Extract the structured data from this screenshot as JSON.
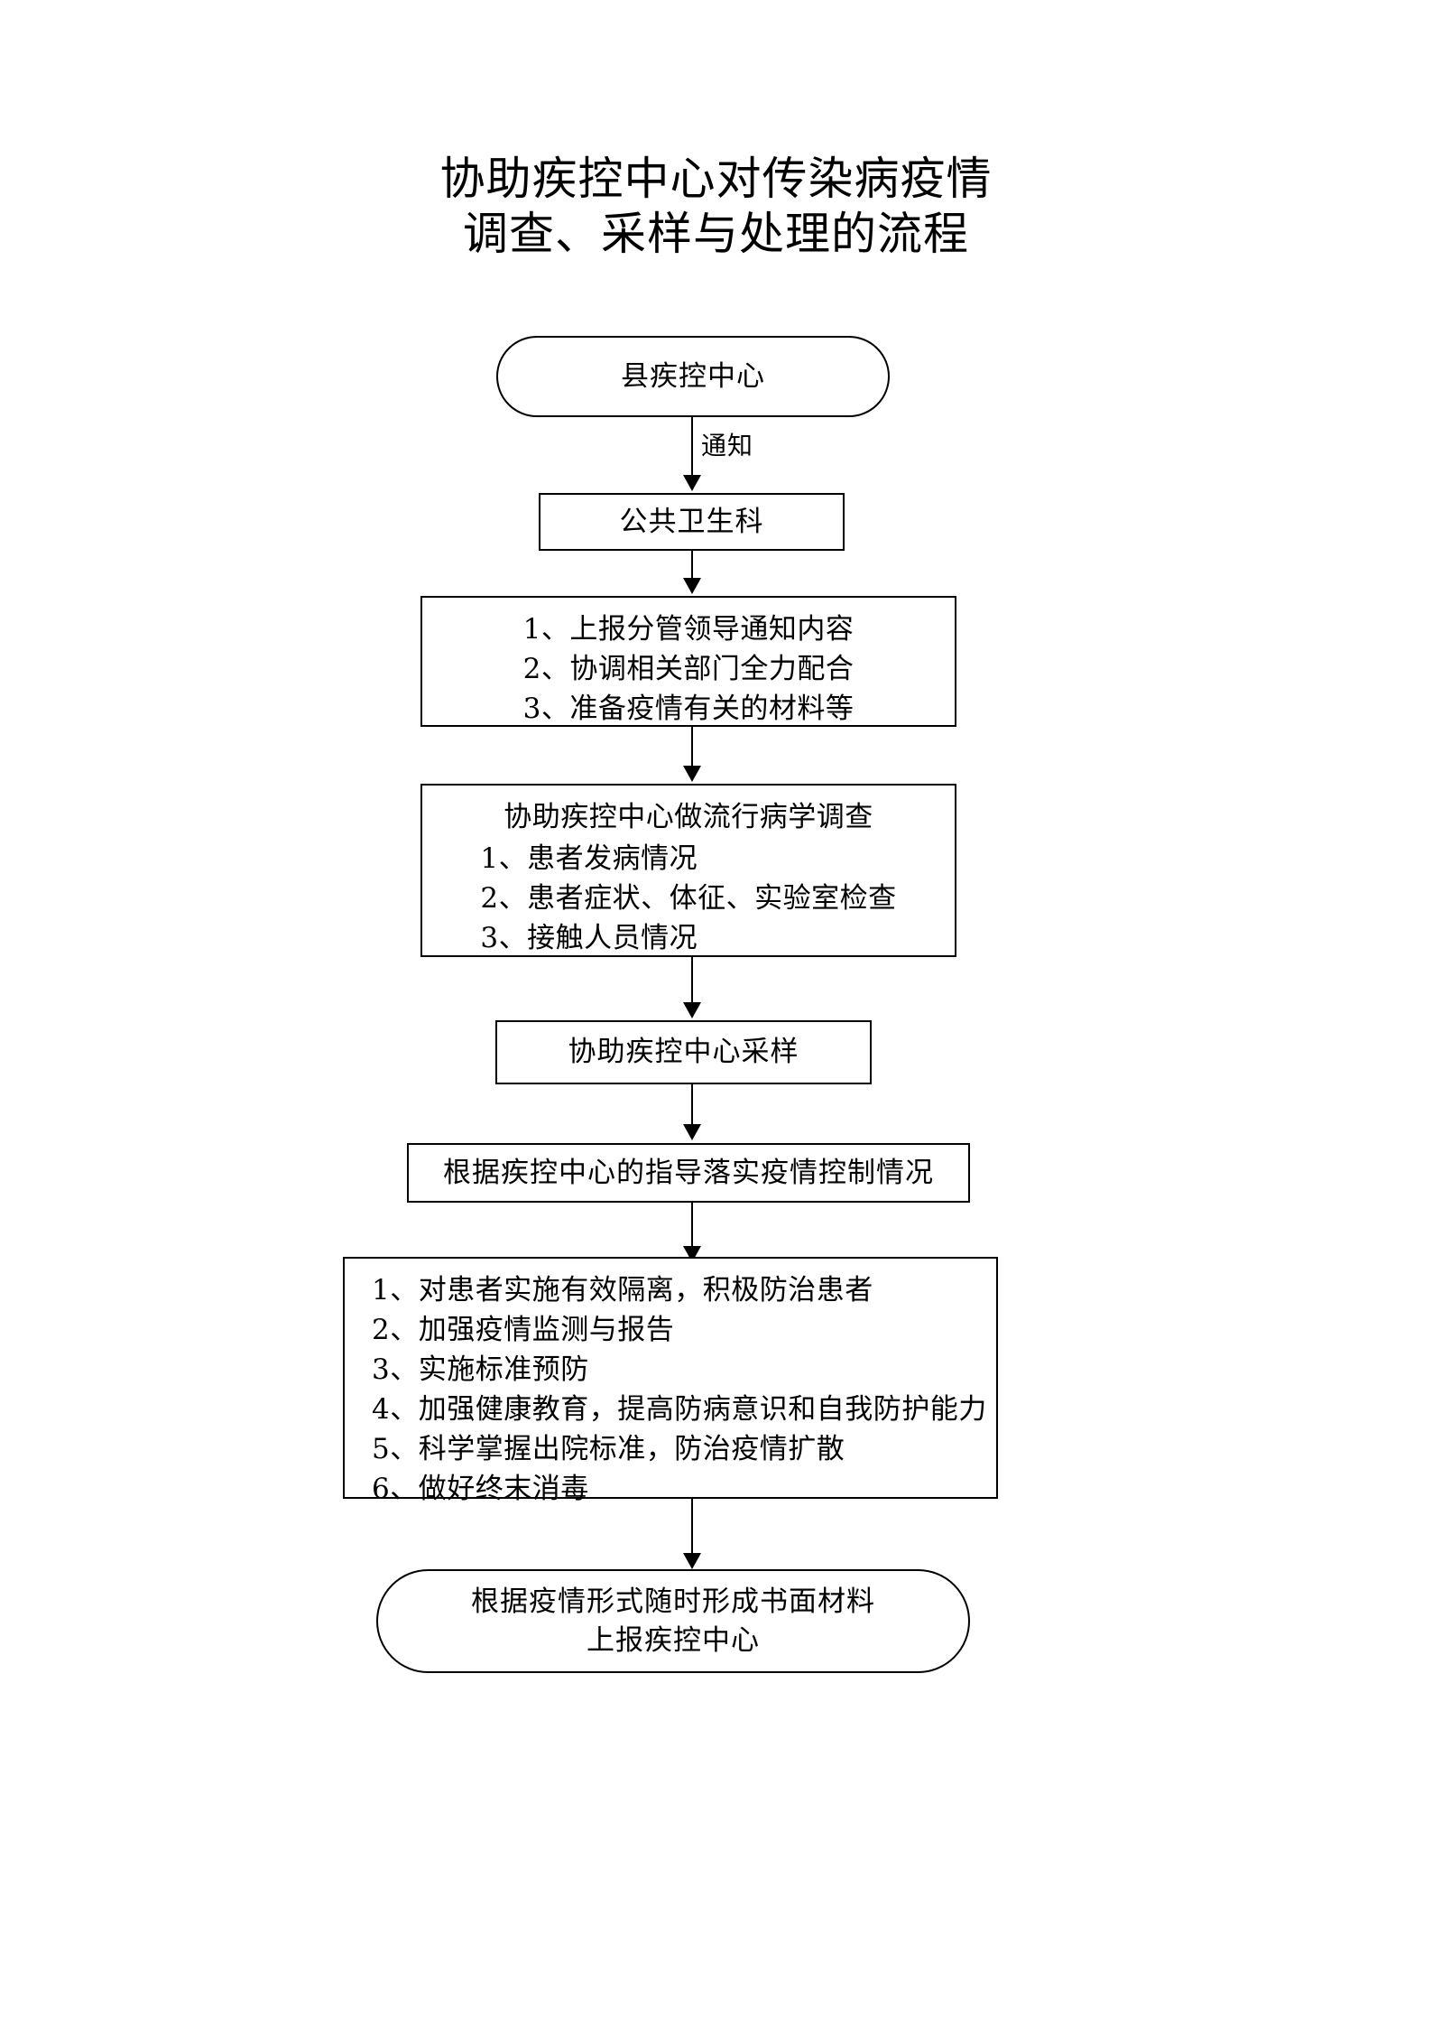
{
  "document": {
    "title_lines": [
      "协助疾控中心对传染病疫情",
      "调查、采样与处理的流程"
    ]
  },
  "flowchart": {
    "type": "flowchart",
    "orientation": "top-to-bottom",
    "nodes": [
      {
        "id": "n1",
        "shape": "stadium",
        "text": "县疾控中心"
      },
      {
        "id": "n2",
        "shape": "rectangle",
        "text": "公共卫生科"
      },
      {
        "id": "n3",
        "shape": "rectangle",
        "items": [
          "1、上报分管领导通知内容",
          "2、协调相关部门全力配合",
          "3、准备疫情有关的材料等"
        ]
      },
      {
        "id": "n4",
        "shape": "rectangle",
        "heading": "协助疾控中心做流行病学调查",
        "items": [
          "1、患者发病情况",
          "2、患者症状、体征、实验室检查",
          "3、接触人员情况"
        ]
      },
      {
        "id": "n5",
        "shape": "rectangle",
        "text": "协助疾控中心采样"
      },
      {
        "id": "n6",
        "shape": "rectangle",
        "text": "根据疾控中心的指导落实疫情控制情况"
      },
      {
        "id": "n7",
        "shape": "rectangle",
        "items": [
          "1、对患者实施有效隔离，积极防治患者",
          "2、加强疫情监测与报告",
          "3、实施标准预防",
          "4、加强健康教育，提高防病意识和自我防护能力",
          "5、科学掌握出院标准，防治疫情扩散",
          "6、做好终末消毒"
        ]
      },
      {
        "id": "n8",
        "shape": "stadium",
        "lines": [
          "根据疫情形式随时形成书面材料",
          "上报疾控中心"
        ]
      }
    ],
    "edges": [
      {
        "id": "e1",
        "from": "n1",
        "to": "n2",
        "label": "通知"
      },
      {
        "id": "e2",
        "from": "n2",
        "to": "n3",
        "label": ""
      },
      {
        "id": "e3",
        "from": "n3",
        "to": "n4",
        "label": ""
      },
      {
        "id": "e4",
        "from": "n4",
        "to": "n5",
        "label": ""
      },
      {
        "id": "e5",
        "from": "n5",
        "to": "n6",
        "label": ""
      },
      {
        "id": "e6",
        "from": "n6",
        "to": "n7",
        "label": ""
      },
      {
        "id": "e7",
        "from": "n7",
        "to": "n8",
        "label": ""
      }
    ],
    "colors": {
      "stroke": "#000000",
      "fill": "#ffffff",
      "text": "#000000"
    }
  }
}
